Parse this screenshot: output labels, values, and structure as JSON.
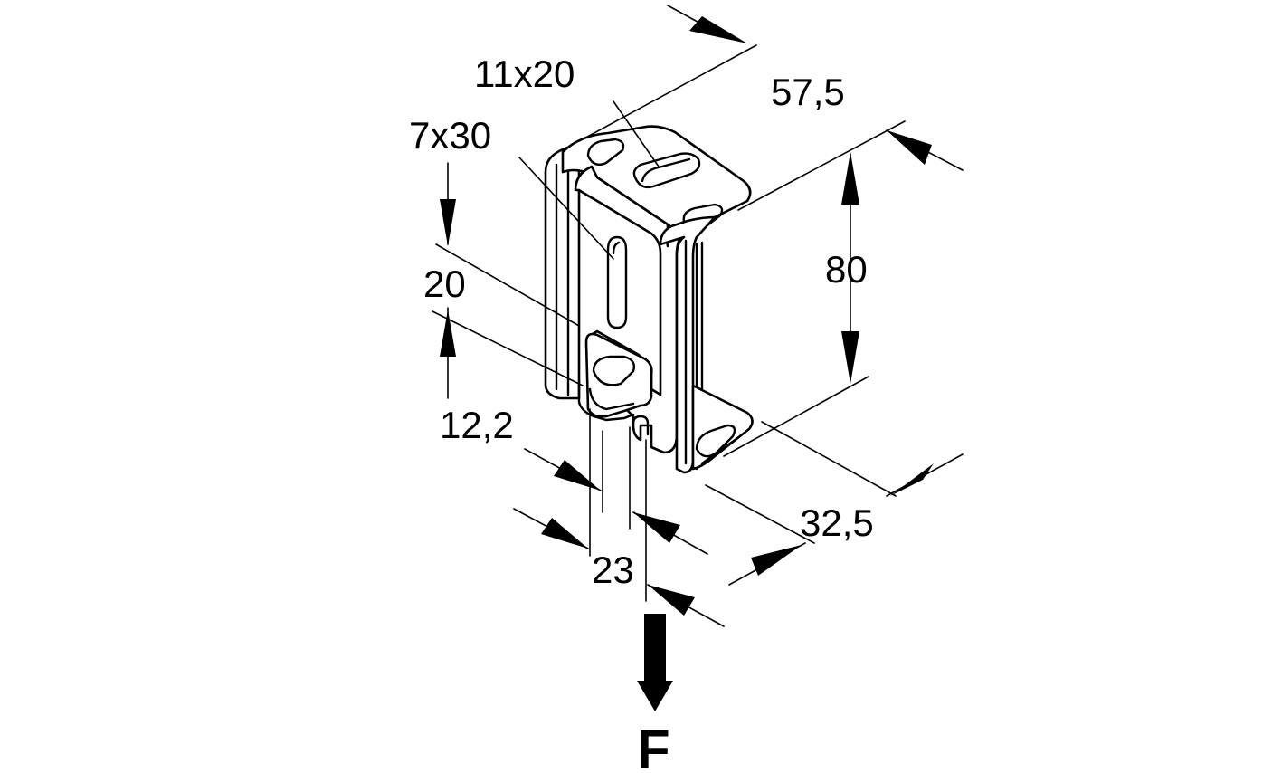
{
  "dimensions": {
    "width_57_5": "57,5",
    "slot_11x20": "11x20",
    "slot_7x30": "7x30",
    "offset_20": "20",
    "height_80": "80",
    "offset_12_2": "12,2",
    "depth_32_5": "32,5",
    "width_23": "23"
  },
  "force": {
    "label": "F"
  },
  "colors": {
    "line": "#000000",
    "background": "#ffffff"
  }
}
